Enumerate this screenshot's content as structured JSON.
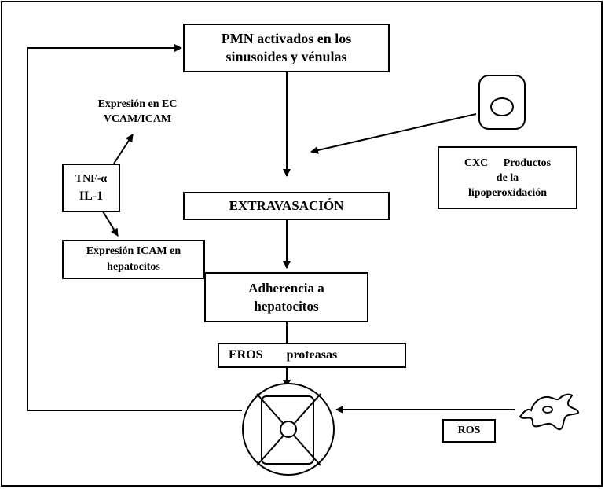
{
  "diagram": {
    "pmn_box": {
      "line1": "PMN activados en los",
      "line2": "sinusoides y vénulas"
    },
    "expresion_ec": {
      "line1": "Expresión en EC",
      "line2": "VCAM/ICAM"
    },
    "tnf_box": {
      "line1": "TNF-α",
      "line2": "IL-1"
    },
    "expresion_icam": {
      "line1": "Expresión ICAM en",
      "line2": "hepatocitos"
    },
    "extravasacion": {
      "label": "EXTRAVASACIÓN"
    },
    "adherencia": {
      "line1": "Adherencia a",
      "line2": "hepatocitos"
    },
    "eros_box": {
      "eros": "EROS",
      "proteasas": "proteasas"
    },
    "cxc_box": {
      "cxc": "CXC",
      "productos": "Productos",
      "line2": "de la",
      "line3": "lipoperoxidación"
    },
    "ros_box": {
      "label": "ROS"
    }
  }
}
